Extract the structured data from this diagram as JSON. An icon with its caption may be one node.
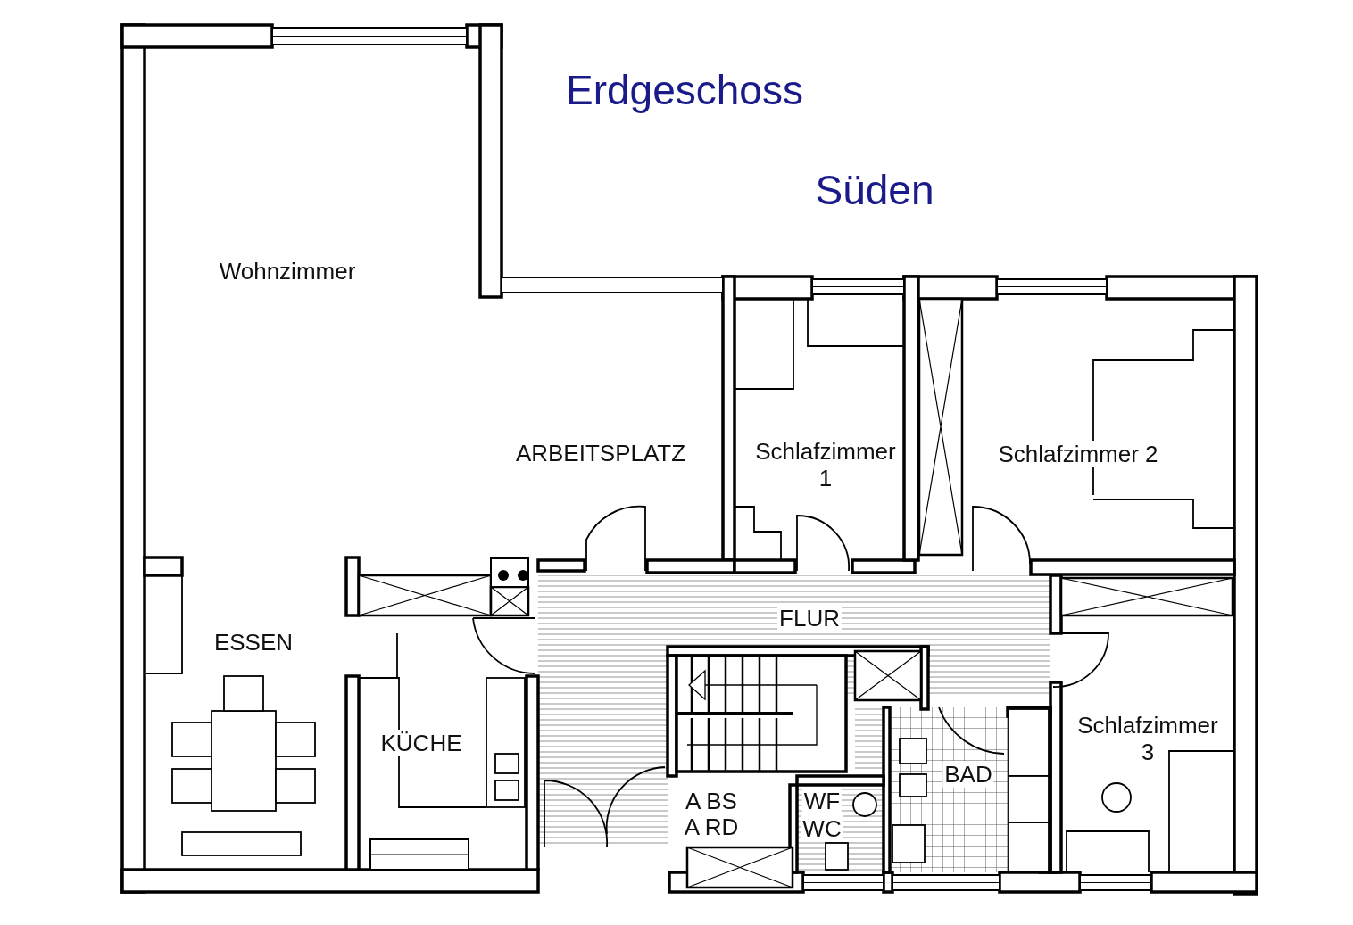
{
  "diagram": {
    "title": "Erdgeschoss",
    "labels": [
      "Süden",
      "Wohnzimmer",
      "ARBEITSPLATZ",
      "Schlafzimmer 1",
      "Schlafzimmer 2",
      "FLUR",
      "ESSEN",
      "Schlafzimmer 3",
      "KÜCHE",
      "BAD",
      "A BS",
      "WF",
      "A RD",
      "WC"
    ]
  }
}
